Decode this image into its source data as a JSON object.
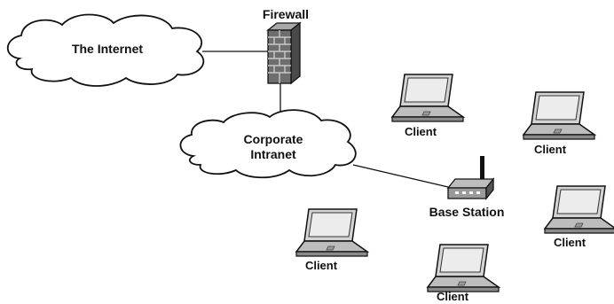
{
  "nodes": {
    "internet": {
      "label": "The Internet"
    },
    "firewall": {
      "label": "Firewall"
    },
    "intranet": {
      "label_line1": "Corporate",
      "label_line2": "Intranet"
    },
    "base_station": {
      "label": "Base Station"
    },
    "clients": [
      {
        "label": "Client"
      },
      {
        "label": "Client"
      },
      {
        "label": "Client"
      },
      {
        "label": "Client"
      },
      {
        "label": "Client"
      }
    ]
  },
  "colors": {
    "cloud_fill": "#ffffff",
    "outline": "#111111",
    "laptop_body": "#c9c9c9",
    "laptop_screen": "#e6e6e6",
    "brick": "#6e6e6e",
    "mortar": "#d8d8d8"
  }
}
